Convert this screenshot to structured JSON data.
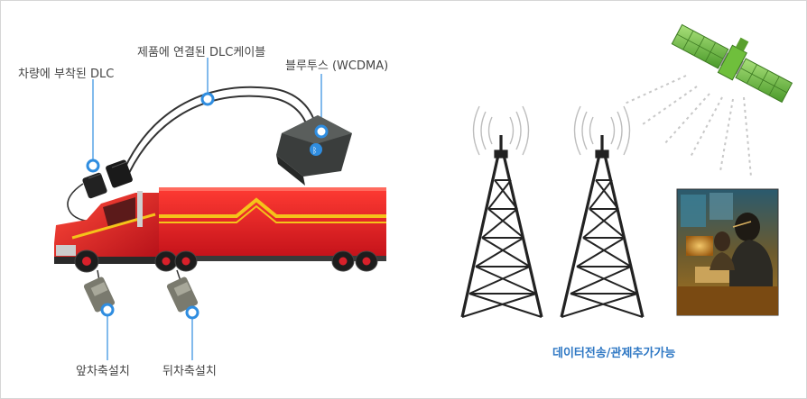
{
  "labels": {
    "vehicle_dlc": "차량에 부착된 DLC",
    "dlc_cable": "제품에 연결된 DLC케이블",
    "bluetooth": "블루투스 (WCDMA)",
    "front_axle": "앞차축설치",
    "rear_axle": "뒤차축설치",
    "data_transfer": "데이터전송/관제추가가능"
  },
  "colors": {
    "marker": "#2f8de0",
    "truck_red": "#e8202a",
    "stripe_yellow": "#f5c31a",
    "tower": "#222222",
    "accent_text": "#2f78c4"
  }
}
